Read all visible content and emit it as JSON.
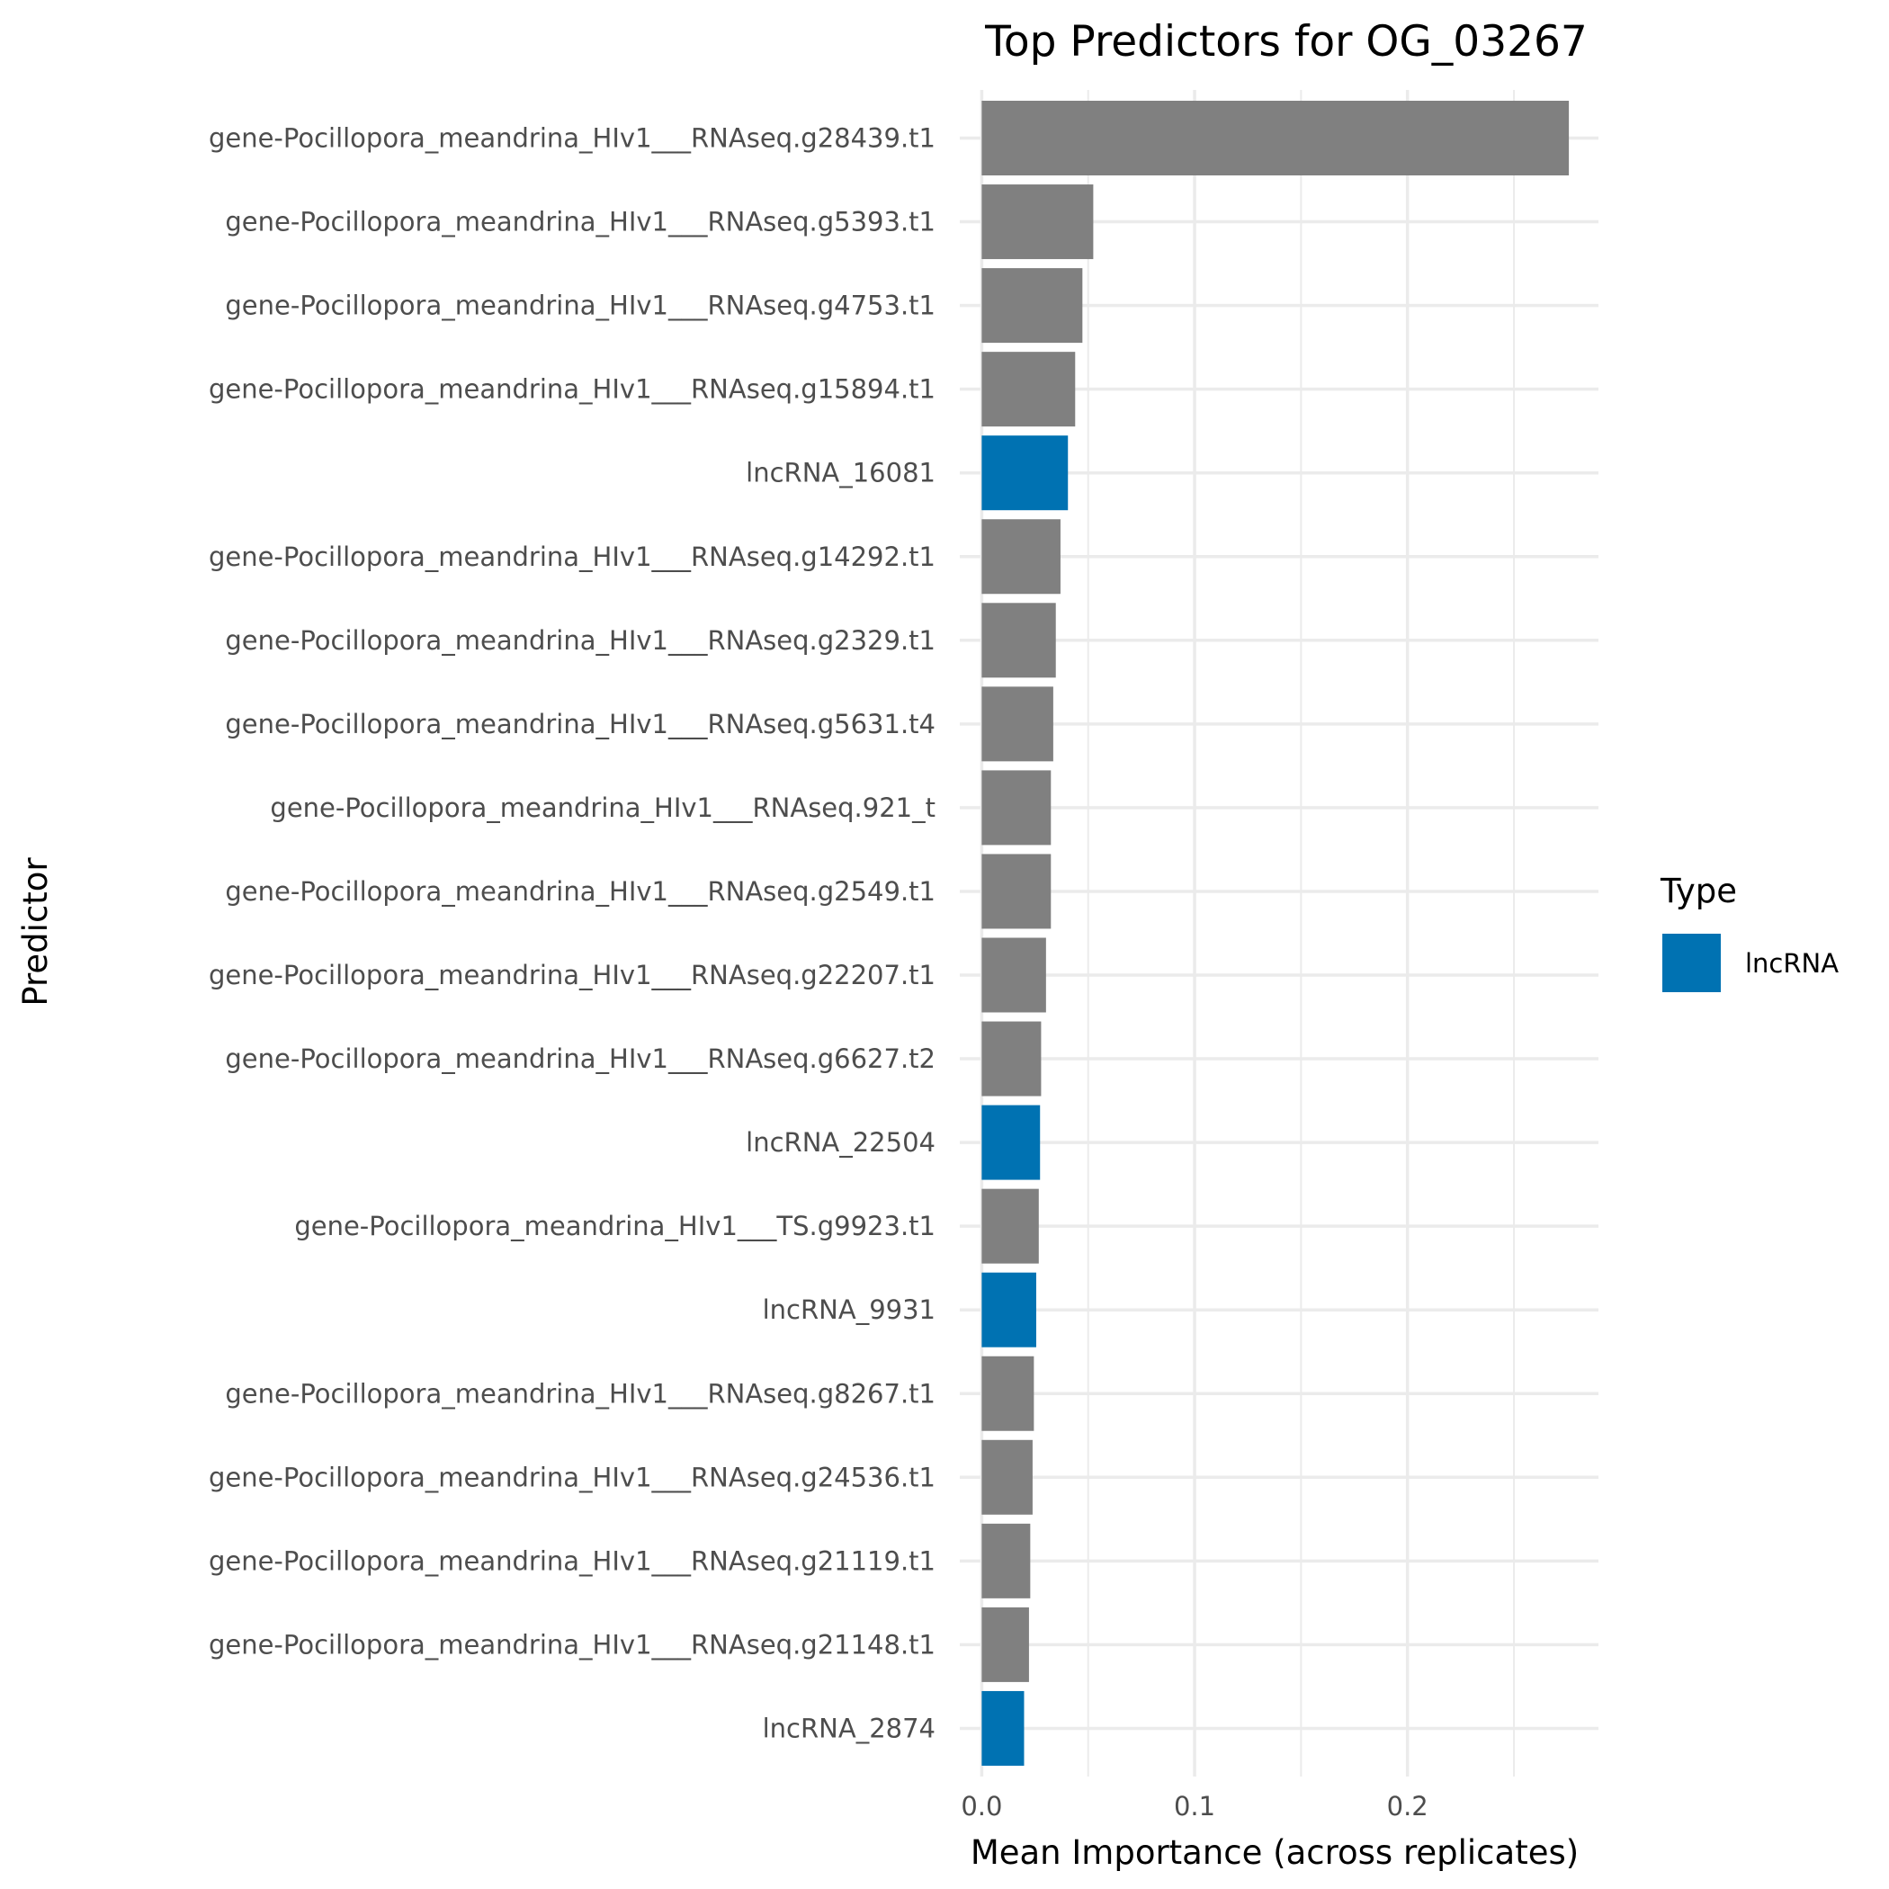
{
  "chart_data": {
    "type": "bar",
    "orientation": "horizontal",
    "title": "Top Predictors for OG_03267",
    "xlabel": "Mean Importance (across replicates)",
    "ylabel": "Predictor",
    "xlim": [
      -0.0103,
      0.2897
    ],
    "xticks": [
      0.0,
      0.1,
      0.2
    ],
    "xtick_labels": [
      "0.0",
      "0.1",
      "0.2"
    ],
    "grid": true,
    "legend": {
      "title": "Type",
      "placement": "right",
      "entries": [
        {
          "label": "lncRNA",
          "color": "#0072B2"
        }
      ]
    },
    "default_color": "#808080",
    "categories": [
      "gene-Pocillopora_meandrina_HIv1___RNAseq.g28439.t1",
      "gene-Pocillopora_meandrina_HIv1___RNAseq.g5393.t1",
      "gene-Pocillopora_meandrina_HIv1___RNAseq.g4753.t1",
      "gene-Pocillopora_meandrina_HIv1___RNAseq.g15894.t1",
      "lncRNA_16081",
      "gene-Pocillopora_meandrina_HIv1___RNAseq.g14292.t1",
      "gene-Pocillopora_meandrina_HIv1___RNAseq.g2329.t1",
      "gene-Pocillopora_meandrina_HIv1___RNAseq.g5631.t4",
      "gene-Pocillopora_meandrina_HIv1___RNAseq.921_t",
      "gene-Pocillopora_meandrina_HIv1___RNAseq.g2549.t1",
      "gene-Pocillopora_meandrina_HIv1___RNAseq.g22207.t1",
      "gene-Pocillopora_meandrina_HIv1___RNAseq.g6627.t2",
      "lncRNA_22504",
      "gene-Pocillopora_meandrina_HIv1___TS.g9923.t1",
      "lncRNA_9931",
      "gene-Pocillopora_meandrina_HIv1___RNAseq.g8267.t1",
      "gene-Pocillopora_meandrina_HIv1___RNAseq.g24536.t1",
      "gene-Pocillopora_meandrina_HIv1___RNAseq.g21119.t1",
      "gene-Pocillopora_meandrina_HIv1___RNAseq.g21148.t1",
      "lncRNA_2874"
    ],
    "values": [
      0.2758,
      0.0524,
      0.0473,
      0.0439,
      0.0405,
      0.037,
      0.0348,
      0.0336,
      0.0325,
      0.0325,
      0.0302,
      0.0279,
      0.0274,
      0.0268,
      0.0256,
      0.0245,
      0.0239,
      0.0228,
      0.0222,
      0.0199
    ],
    "types": [
      "gene",
      "gene",
      "gene",
      "gene",
      "lncRNA",
      "gene",
      "gene",
      "gene",
      "gene",
      "gene",
      "gene",
      "gene",
      "lncRNA",
      "gene",
      "lncRNA",
      "gene",
      "gene",
      "gene",
      "gene",
      "lncRNA"
    ]
  }
}
